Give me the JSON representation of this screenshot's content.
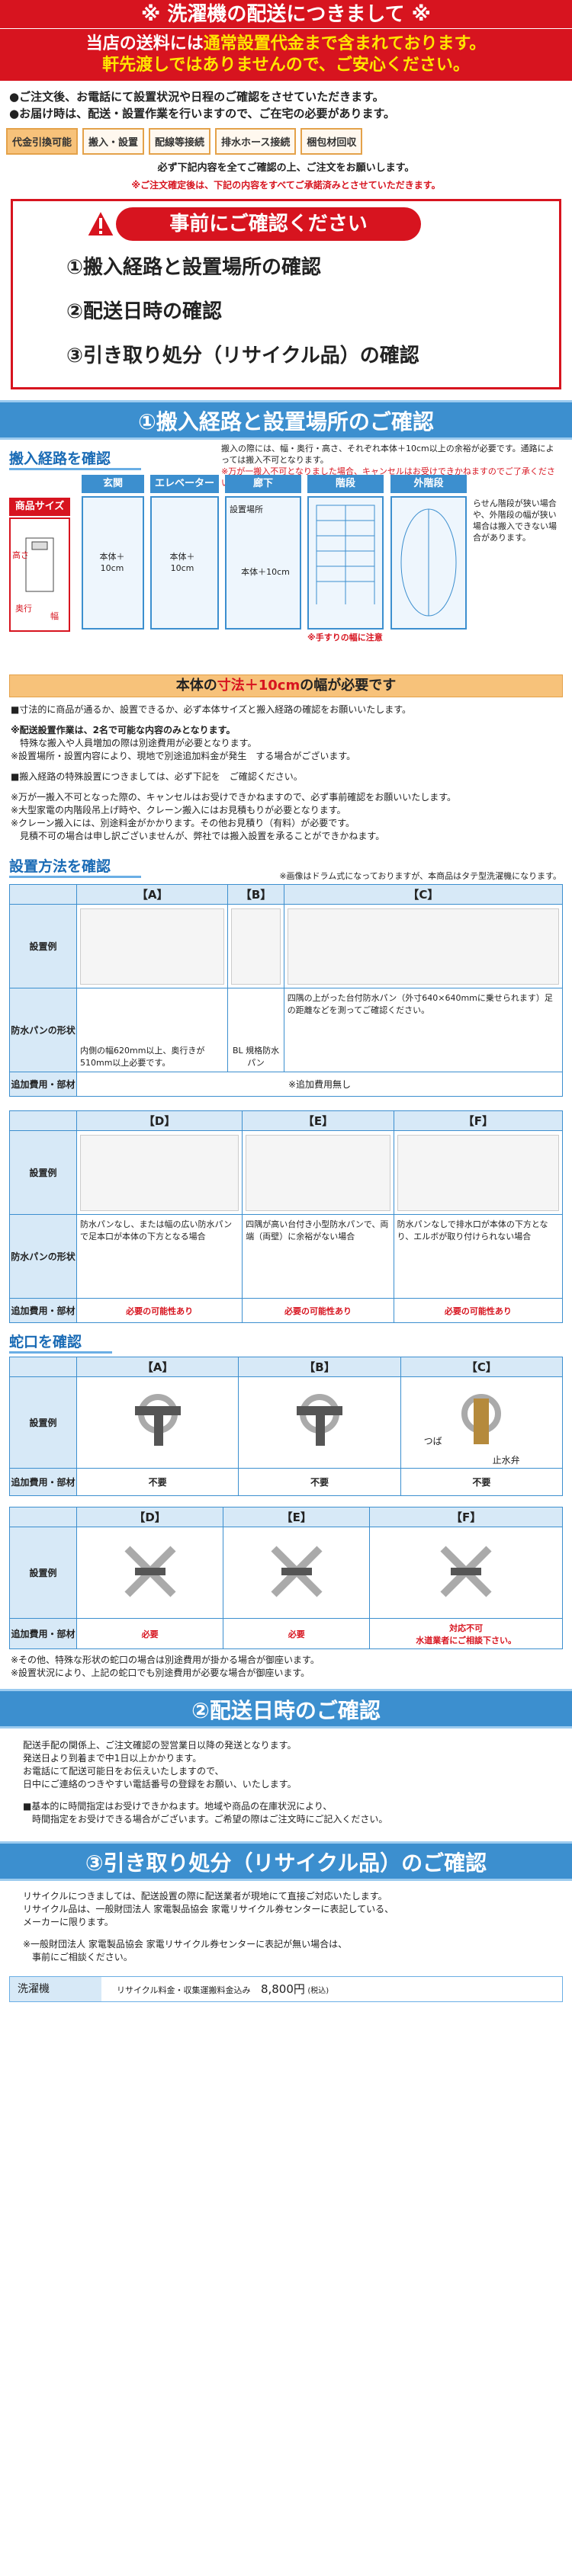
{
  "header": {
    "title": "※ 洗濯機の配送につきまして ※",
    "line1_a": "当店の送料には",
    "line1_b": "通常設置代金まで含まれております。",
    "line2": "軒先渡しではありませんので、ご安心ください。"
  },
  "notes": [
    "●ご注文後、お電話にて設置状況や日程のご確認をさせていただきます。",
    "●お届け時は、配送・設置作業を行いますので、ご在宅の必要があります。"
  ],
  "tags": [
    "代金引換可能",
    "搬入・設置",
    "配線等接続",
    "排水ホース接続",
    "梱包材回収"
  ],
  "note_confirm": "必ず下記内容を全てご確認の上、ご注文をお願いします。",
  "note_confirm_red": "※ご注文確定後は、下記の内容をすべてご承諾済みとさせていただきます。",
  "confirm": {
    "title": "事前にご確認ください",
    "items": [
      "①搬入経路と設置場所の確認",
      "②配送日時の確認",
      "③引き取り処分（リサイクル品）の確認"
    ]
  },
  "section1": {
    "band": "①搬入経路と設置場所のご確認",
    "route_title": "搬入経路を確認",
    "route_note": "搬入の際には、幅・奥行・高さ、それぞれ本体＋10cm以上の余裕が必要です。通路によっては搬入不可となります。",
    "route_note_red": "※万が一搬入不可となりました場合、キャンセルはお受けできかねますのでご了承ください。",
    "labels": [
      "商品サイズ",
      "玄関",
      "エレベーター",
      "廊下",
      "階段",
      "外階段"
    ],
    "dim_labels": [
      "高さ",
      "奥行",
      "幅",
      "本体＋10cm",
      "設置場所"
    ],
    "stair_note": "※手すりの幅に注意",
    "outer_stair_note": "らせん階段が狭い場合や、外階段の幅が狭い場合は搬入できない場合があります。",
    "requirement_a": "本体の",
    "requirement_b": "寸法＋10cm",
    "requirement_c": "の幅が必要です",
    "paras": [
      "■寸法的に商品が通るか、設置できるか、必ず本体サイズと搬入経路の確認をお願いいたします。",
      "※配送設置作業は、2名で可能な内容のみとなります。",
      "　特殊な搬入や人員増加の際は別途費用が必要となります。",
      "※設置場所・設置内容により、現地で別途追加料金が発生　する場合がございます。",
      "■搬入経路の特殊設置につきましては、必ず下記を　ご確認ください。",
      "※万が一搬入不可となった際の、キャンセルはお受けできかねますので、必ず事前確認をお願いいたします。",
      "※大型家電の内階段吊上げ時や、クレーン搬入にはお見積もりが必要となります。",
      "※クレーン搬入には、別途料金がかかります。その他お見積り（有料）が必要です。",
      "　見積不可の場合は申し訳ございませんが、弊社では搬入設置を承ることができかねます。"
    ]
  },
  "install": {
    "title": "設置方法を確認",
    "note": "※画像はドラム式になっておりますが、本商品はタテ型洗濯機になります。",
    "row_labels": [
      "設置例",
      "防水パンの形状",
      "追加費用・部材"
    ],
    "cols1": [
      "【A】",
      "【B】",
      "【C】"
    ],
    "desc1": [
      "内側の幅620mm以上、奥行きが510mm以上必要です。",
      "BL 規格防水パン",
      "四隅の上がった台付防水パン（外寸640×640mmに乗せられます）足の距離などを測ってご確認ください。"
    ],
    "cost1": "※追加費用無し",
    "cols2": [
      "【D】",
      "【E】",
      "【F】"
    ],
    "desc2": [
      "防水パンなし、または幅の広い防水パンで足本口が本体の下方となる場合",
      "四隅が高い台付き小型防水パンで、両端（両壁）に余裕がない場合",
      "防水パンなしで排水口が本体の下方となり、エルボが取り付けられない場合"
    ],
    "cost2": [
      "必要の可能性あり",
      "必要の可能性あり",
      "必要の可能性あり"
    ]
  },
  "faucet": {
    "title": "蛇口を確認",
    "cols1": [
      "【A】",
      "【B】",
      "【C】"
    ],
    "cost1": [
      "不要",
      "不要",
      "不要"
    ],
    "c_labels": [
      "つば",
      "止水弁"
    ],
    "cols2": [
      "【D】",
      "【E】",
      "【F】"
    ],
    "cost2": [
      "必要",
      "必要",
      "対応不可"
    ],
    "cost2_sub": "水道業者にご相談下さい。",
    "notes": [
      "※その他、特殊な形状の蛇口の場合は別途費用が掛かる場合が御座います。",
      "※設置状況により、上記の蛇口でも別途費用が必要な場合が御座います。"
    ]
  },
  "section2": {
    "band": "②配送日時のご確認",
    "paras": [
      "配送手配の関係上、ご注文確認の翌営業日以降の発送となります。",
      "発送日より到着まで中1日以上かかります。",
      "お電話にて配送可能日をお伝えいたしますので、",
      "日中にご連絡のつきやすい電話番号の登録をお願い、いたします。",
      "■基本的に時間指定はお受けできかねます。地域や商品の在庫状況により、",
      "　時間指定をお受けできる場合がございます。ご希望の際はご注文時にご記入ください。"
    ]
  },
  "section3": {
    "band": "③引き取り処分（リサイクル品）のご確認",
    "paras": [
      "リサイクルにつきましては、配送設置の際に配送業者が現地にて直接ご対応いたします。",
      "リサイクル品は、一般財団法人 家電製品協会 家電リサイクル券センターに表記している、",
      "メーカーに限ります。",
      "※一般財団法人 家電製品協会 家電リサイクル券センターに表記が無い場合は、",
      "　事前にご相談ください。"
    ],
    "fee_item": "洗濯機",
    "fee_label": "リサイクル料金・収集運搬料金込み",
    "fee_value": "8,800円",
    "fee_tax": "(税込)"
  }
}
